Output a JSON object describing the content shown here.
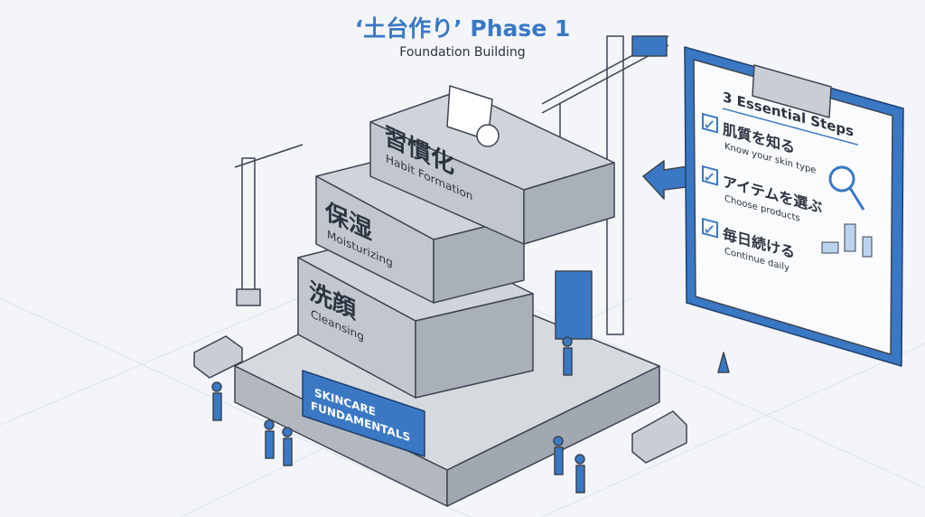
{
  "header": {
    "title": "‘土台作り’ Phase 1",
    "subtitle": "Foundation Building"
  },
  "blocks": [
    {
      "jp": "習慣化",
      "en": "Habit Formation"
    },
    {
      "jp": "保湿",
      "en": "Moisturizing"
    },
    {
      "jp": "洗顔",
      "en": "Cleansing"
    }
  ],
  "sign": {
    "line1": "SKINCARE",
    "line2": "FUNDAMENTALS"
  },
  "clipboard": {
    "heading": "3 Essential Steps",
    "steps": [
      {
        "jp": "肌質を知る",
        "en": "Know your skin type"
      },
      {
        "jp": "アイテムを選ぶ",
        "en": "Choose products"
      },
      {
        "jp": "毎日続ける",
        "en": "Continue daily"
      }
    ]
  },
  "colors": {
    "accent": "#3a78c4",
    "concrete": "#b9bec6",
    "line": "#3d4552",
    "background": "#f3f5f8"
  }
}
